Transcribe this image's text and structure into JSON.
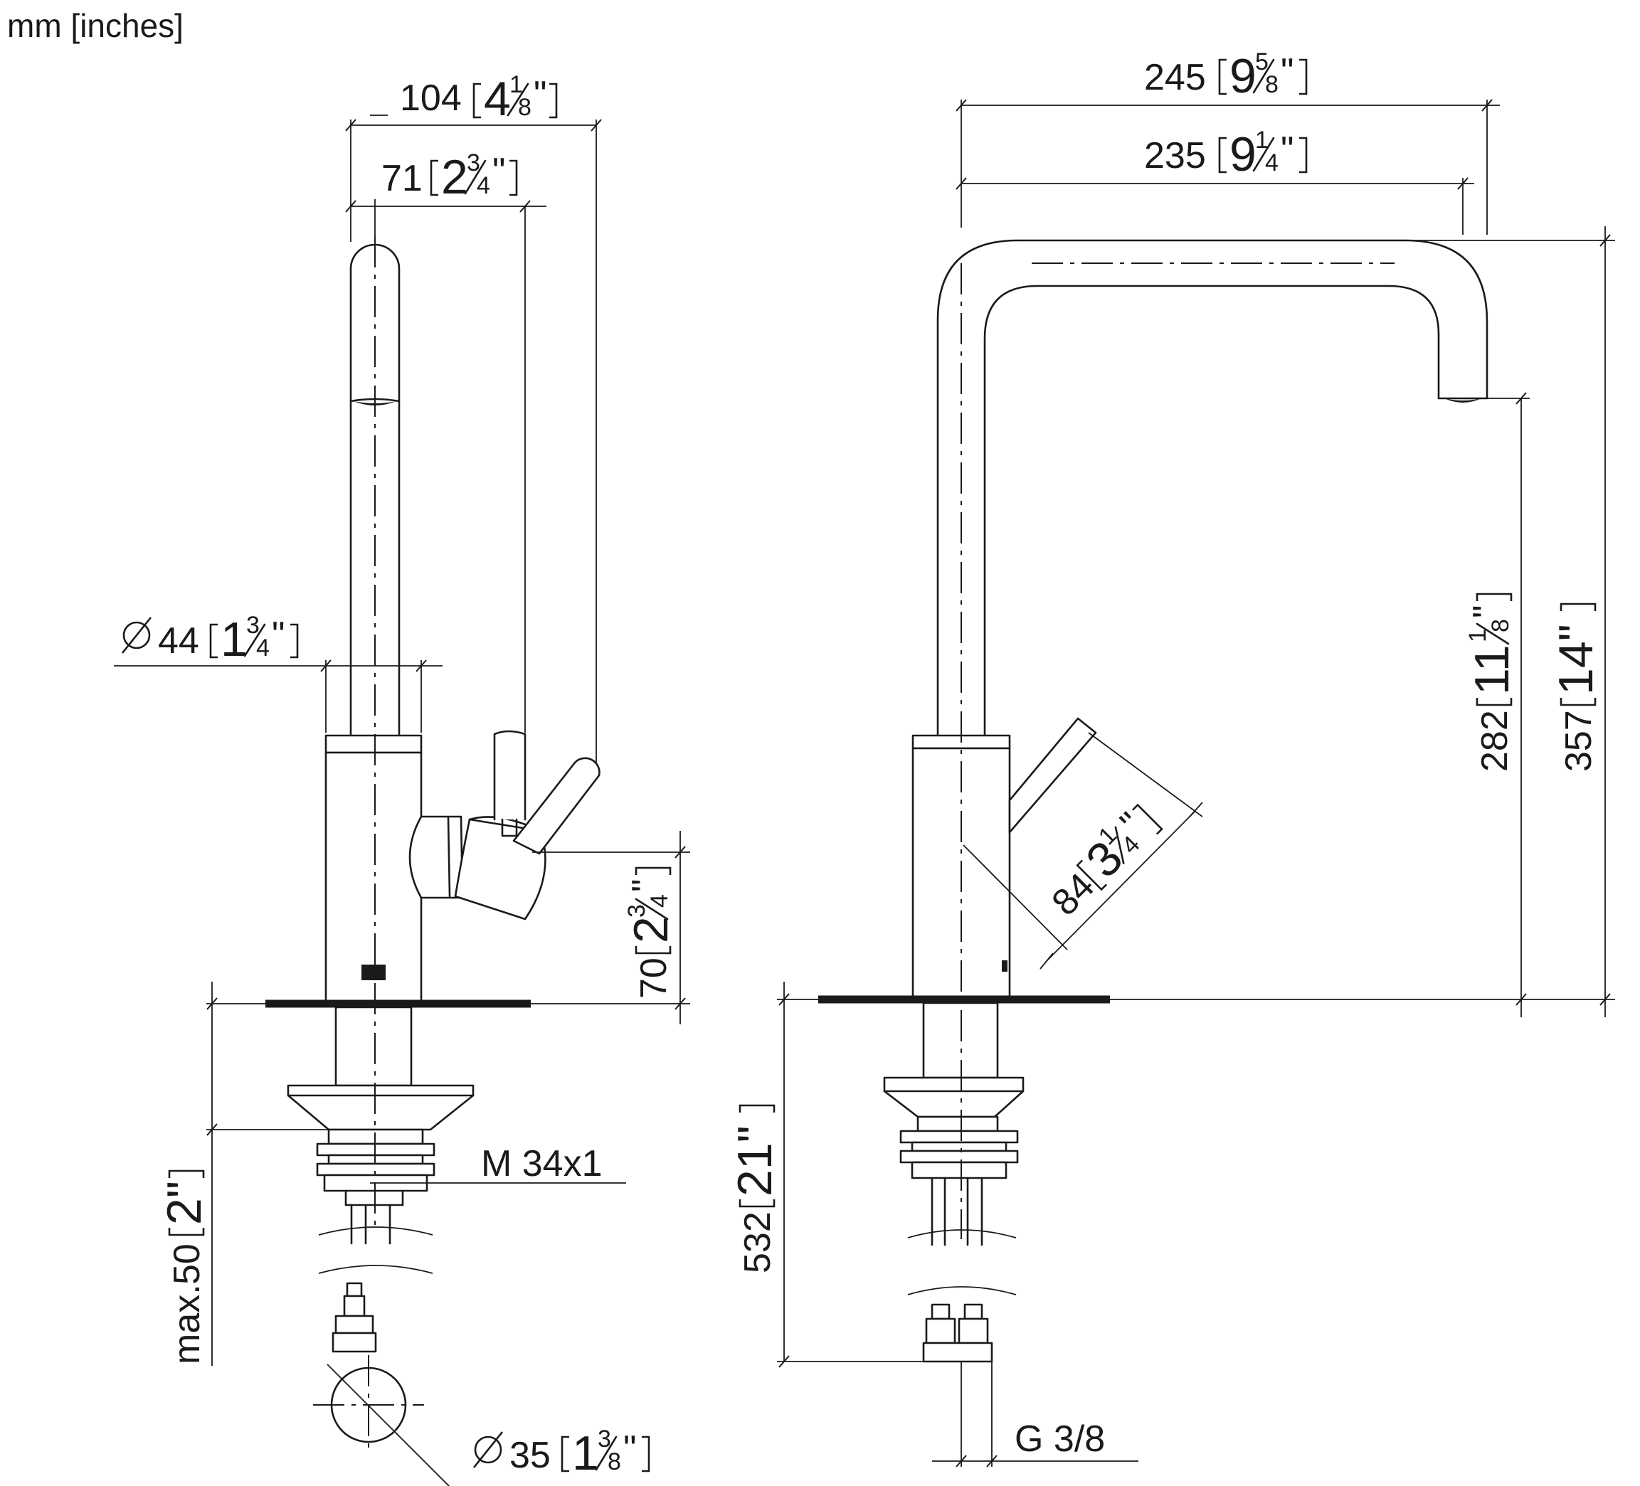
{
  "units_label": "mm [inches]",
  "side_view": {
    "dim_104": {
      "mm": "104",
      "inch_whole": "4",
      "inch_num": "1",
      "inch_den": "8",
      "inch_mark": "\""
    },
    "dim_71": {
      "mm": "71",
      "inch_whole": "2",
      "inch_num": "3",
      "inch_den": "4",
      "inch_mark": "\""
    },
    "dim_dia44": {
      "mm": "44",
      "inch_whole": "1",
      "inch_num": "3",
      "inch_den": "4",
      "inch_mark": "\""
    },
    "dim_70": {
      "mm": "70",
      "inch_whole": "2",
      "inch_num": "3",
      "inch_den": "4",
      "inch_mark": "\""
    },
    "dim_max50": {
      "prefix": "max.",
      "mm": "50",
      "inch": "2\""
    },
    "thread_label": "M 34x1",
    "dim_dia35": {
      "mm": "35",
      "inch_whole": "1",
      "inch_num": "3",
      "inch_den": "8",
      "inch_mark": "\""
    }
  },
  "front_view": {
    "dim_245": {
      "mm": "245",
      "inch_whole": "9",
      "inch_num": "5",
      "inch_den": "8",
      "inch_mark": "\""
    },
    "dim_235": {
      "mm": "235",
      "inch_whole": "9",
      "inch_num": "1",
      "inch_den": "4",
      "inch_mark": "\""
    },
    "dim_282": {
      "mm": "282",
      "inch_whole": "11",
      "inch_num": "1",
      "inch_den": "8",
      "inch_mark": "\""
    },
    "dim_357": {
      "mm": "357",
      "inch": "14\""
    },
    "dim_84": {
      "mm": "84",
      "inch_whole": "3",
      "inch_num": "1",
      "inch_den": "4",
      "inch_mark": "\""
    },
    "dim_532": {
      "mm": "532",
      "inch": "21\""
    },
    "connection_label": "G 3/8"
  }
}
